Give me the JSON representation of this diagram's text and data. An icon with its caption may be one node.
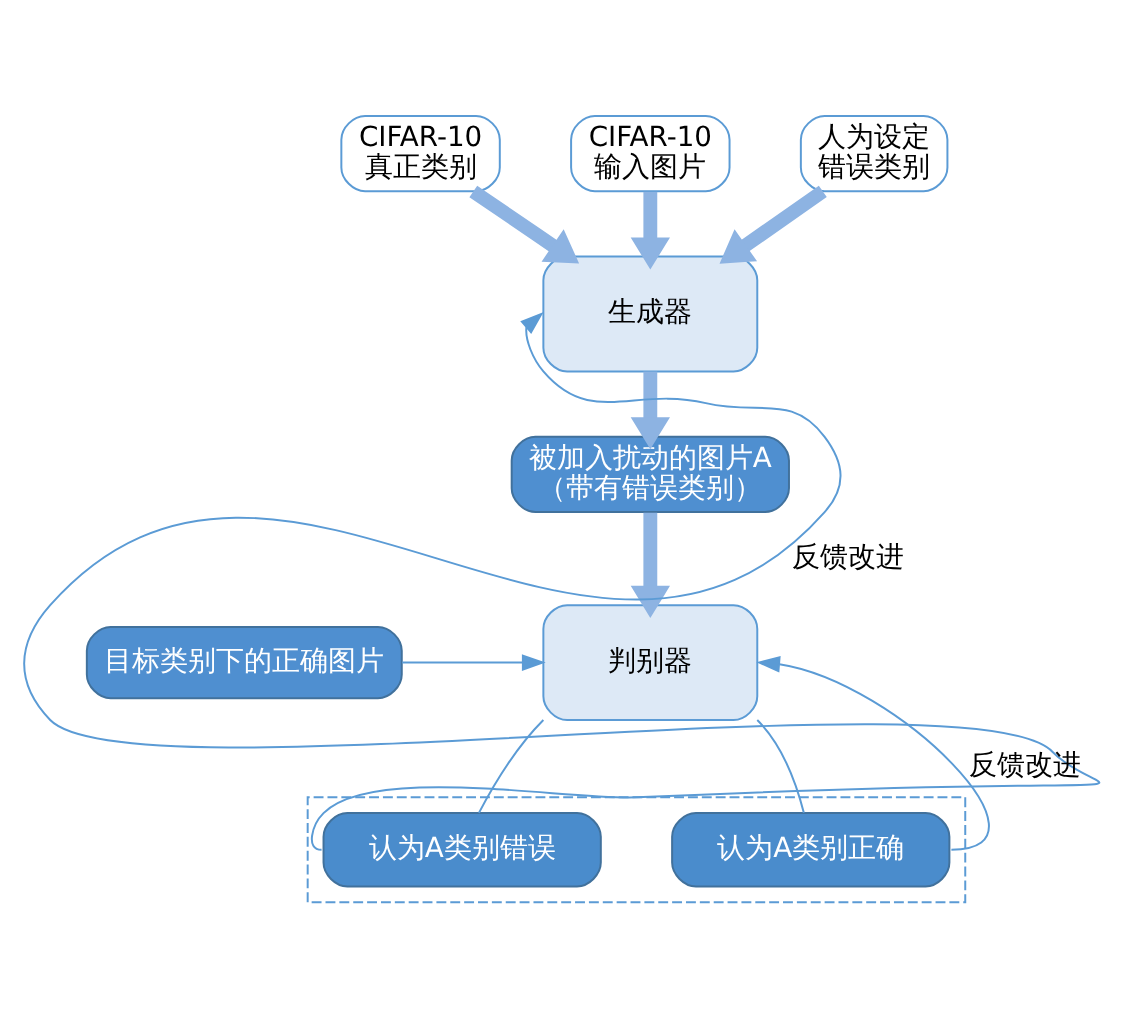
{
  "diagram": {
    "nodes": [
      {
        "text": [
          "CIFAR-10",
          "真正类别"
        ]
      },
      {
        "text": [
          "CIFAR-10",
          "输入图片"
        ]
      },
      {
        "text": [
          "人为设定",
          "错误类别"
        ]
      },
      {
        "text": [
          "生成器"
        ]
      },
      {
        "text": [
          "被加入扰动的图片A",
          "（带有错误类别）"
        ]
      },
      {
        "text": [
          "目标类别下的正确图片"
        ]
      },
      {
        "text": [
          "判别器"
        ]
      },
      {
        "text": [],
        "shape": "box"
      },
      {
        "text": [
          "认为A类别错误"
        ],
        "in": 7
      },
      {
        "text": [
          "认为A类别正确"
        ],
        "in": 7
      }
    ],
    "edges": [
      {
        "from": 0,
        "to": 3,
        "arrow": "to",
        "style": "thick"
      },
      {
        "from": 1,
        "to": 3,
        "arrow": "to",
        "style": "thick"
      },
      {
        "from": 2,
        "to": 3,
        "arrow": "to",
        "style": "thick"
      },
      {
        "from": 3,
        "to": 4,
        "arrow": "to",
        "style": "thick"
      },
      {
        "from": 4,
        "to": 6,
        "arrow": "to",
        "style": "thick"
      },
      {
        "from": 5,
        "to": 6,
        "arrow": "to"
      },
      {
        "from": 6,
        "to": 8,
        "arrow": "none"
      },
      {
        "from": 6,
        "to": 9,
        "arrow": "none"
      },
      {
        "from": 8,
        "to": 3,
        "arrow": "to",
        "label": "反馈改进"
      },
      {
        "from": 9,
        "to": 6,
        "arrow": "to",
        "label": "反馈改进"
      }
    ]
  }
}
